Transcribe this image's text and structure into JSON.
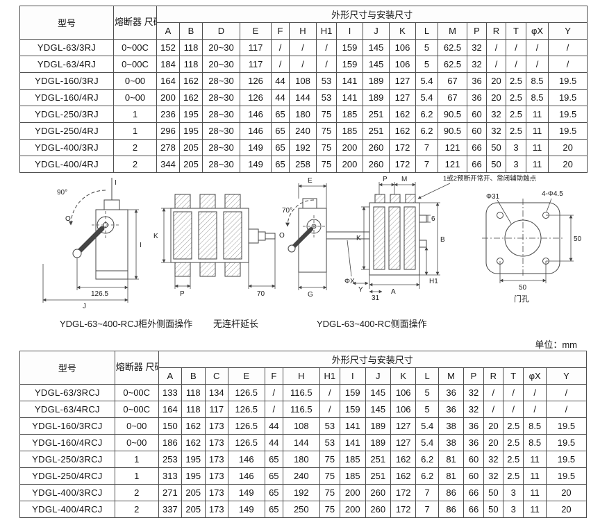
{
  "unit_label": "单位：mm",
  "table1": {
    "header": {
      "model": "型号",
      "fuse": "熔断器\n尺码",
      "dims": "外形尺寸与安装尺寸",
      "cols": [
        "A",
        "B",
        "D",
        "E",
        "F",
        "H",
        "H1",
        "I",
        "J",
        "K",
        "L",
        "M",
        "P",
        "R",
        "T",
        "φX",
        "Y"
      ]
    },
    "rows": [
      {
        "model": "YDGL-63/3RJ",
        "fuse": "0~00C",
        "values": [
          "152",
          "118",
          "20~30",
          "117",
          "/",
          "/",
          "/",
          "159",
          "145",
          "106",
          "5",
          "62.5",
          "32",
          "/",
          "/",
          "/",
          "/"
        ]
      },
      {
        "model": "YDGL-63/4RJ",
        "fuse": "0~00C",
        "values": [
          "184",
          "118",
          "20~30",
          "117",
          "/",
          "/",
          "/",
          "159",
          "145",
          "106",
          "5",
          "62.5",
          "32",
          "/",
          "/",
          "/",
          "/"
        ]
      },
      {
        "model": "YDGL-160/3RJ",
        "fuse": "0~00",
        "values": [
          "164",
          "162",
          "28~30",
          "126",
          "44",
          "108",
          "53",
          "141",
          "189",
          "127",
          "5.4",
          "67",
          "36",
          "20",
          "2.5",
          "8.5",
          "19.5"
        ]
      },
      {
        "model": "YDGL-160/4RJ",
        "fuse": "0~00",
        "values": [
          "200",
          "162",
          "28~30",
          "126",
          "44",
          "144",
          "53",
          "141",
          "189",
          "127",
          "5.4",
          "67",
          "36",
          "20",
          "2.5",
          "8.5",
          "19.5"
        ]
      },
      {
        "model": "YDGL-250/3RJ",
        "fuse": "1",
        "values": [
          "236",
          "195",
          "28~30",
          "146",
          "65",
          "180",
          "75",
          "185",
          "251",
          "162",
          "6.2",
          "90.5",
          "60",
          "32",
          "2.5",
          "11",
          "19.5"
        ]
      },
      {
        "model": "YDGL-250/4RJ",
        "fuse": "1",
        "values": [
          "296",
          "195",
          "28~30",
          "146",
          "65",
          "240",
          "75",
          "185",
          "251",
          "162",
          "6.2",
          "90.5",
          "60",
          "32",
          "2.5",
          "11",
          "19.5"
        ]
      },
      {
        "model": "YDGL-400/3RJ",
        "fuse": "2",
        "values": [
          "278",
          "205",
          "28~30",
          "149",
          "65",
          "192",
          "75",
          "200",
          "260",
          "172",
          "7",
          "121",
          "66",
          "50",
          "3",
          "11",
          "20"
        ]
      },
      {
        "model": "YDGL-400/4RJ",
        "fuse": "2",
        "values": [
          "344",
          "205",
          "28~30",
          "149",
          "65",
          "258",
          "75",
          "200",
          "260",
          "172",
          "7",
          "121",
          "66",
          "50",
          "3",
          "11",
          "20"
        ]
      }
    ]
  },
  "table2": {
    "header": {
      "model": "型号",
      "fuse": "熔断器\n尺码",
      "dims": "外形尺寸与安装尺寸",
      "cols": [
        "A",
        "B",
        "C",
        "E",
        "F",
        "H",
        "H1",
        "I",
        "J",
        "K",
        "L",
        "M",
        "P",
        "R",
        "T",
        "φX",
        "Y"
      ]
    },
    "rows": [
      {
        "model": "YDGL-63/3RCJ",
        "fuse": "0~00C",
        "values": [
          "133",
          "118",
          "134",
          "126.5",
          "/",
          "116.5",
          "/",
          "159",
          "145",
          "106",
          "5",
          "36",
          "32",
          "/",
          "/",
          "/",
          "/"
        ]
      },
      {
        "model": "YDGL-63/4RCJ",
        "fuse": "0~00C",
        "values": [
          "164",
          "118",
          "117",
          "126.5",
          "/",
          "116.5",
          "/",
          "159",
          "145",
          "106",
          "5",
          "36",
          "32",
          "/",
          "/",
          "/",
          "/"
        ]
      },
      {
        "model": "YDGL-160/3RCJ",
        "fuse": "0~00",
        "values": [
          "150",
          "162",
          "173",
          "126.5",
          "44",
          "108",
          "53",
          "141",
          "189",
          "127",
          "5.4",
          "38",
          "36",
          "20",
          "2.5",
          "8.5",
          "19.5"
        ]
      },
      {
        "model": "YDGL-160/4RCJ",
        "fuse": "0~00",
        "values": [
          "186",
          "162",
          "173",
          "126.5",
          "44",
          "144",
          "53",
          "141",
          "189",
          "127",
          "5.4",
          "38",
          "36",
          "20",
          "2.5",
          "8.5",
          "19.5"
        ]
      },
      {
        "model": "YDGL-250/3RCJ",
        "fuse": "1",
        "values": [
          "253",
          "195",
          "173",
          "146",
          "65",
          "180",
          "75",
          "185",
          "251",
          "162",
          "6.2",
          "81",
          "60",
          "32",
          "2.5",
          "11",
          "19.5"
        ]
      },
      {
        "model": "YDGL-250/4RCJ",
        "fuse": "1",
        "values": [
          "313",
          "195",
          "173",
          "146",
          "65",
          "240",
          "75",
          "185",
          "251",
          "162",
          "6.2",
          "81",
          "60",
          "32",
          "2.5",
          "11",
          "19.5"
        ]
      },
      {
        "model": "YDGL-400/3RCJ",
        "fuse": "2",
        "values": [
          "271",
          "205",
          "173",
          "149",
          "65",
          "192",
          "75",
          "200",
          "260",
          "172",
          "7",
          "86",
          "66",
          "50",
          "3",
          "11",
          "20"
        ]
      },
      {
        "model": "YDGL-400/4RCJ",
        "fuse": "2",
        "values": [
          "337",
          "205",
          "173",
          "149",
          "65",
          "250",
          "75",
          "200",
          "260",
          "172",
          "7",
          "86",
          "66",
          "50",
          "3",
          "11",
          "20"
        ]
      }
    ]
  },
  "drawings": {
    "caption_left": "YDGL-63~400-RCJ柜外侧面操作",
    "caption_middle": "无连杆延长",
    "caption_right": "YDGL-63~400-RC侧面操作",
    "annotation": "1或2预断开常开、常闭辅助触点",
    "door_hole_caption": "门孔",
    "labels": {
      "angle90": "90°",
      "angle70": "70°",
      "o1": "O",
      "o2": "O",
      "i_top": "I",
      "i_right": "I",
      "dim_126_5": "126.5",
      "j": "J",
      "k_mid": "K",
      "p_mid": "P",
      "dim70": "70",
      "e": "E",
      "g": "G",
      "phix": "ΦX",
      "y": "Y",
      "dim31": "31",
      "k_right": "K",
      "b": "B",
      "h1": "H1",
      "a": "A",
      "p_right": "P",
      "m": "M",
      "six": "6",
      "phi31": "Φ31",
      "four_phi45": "4-Φ4.5",
      "fifty_v": "50",
      "fifty_h": "50"
    }
  }
}
